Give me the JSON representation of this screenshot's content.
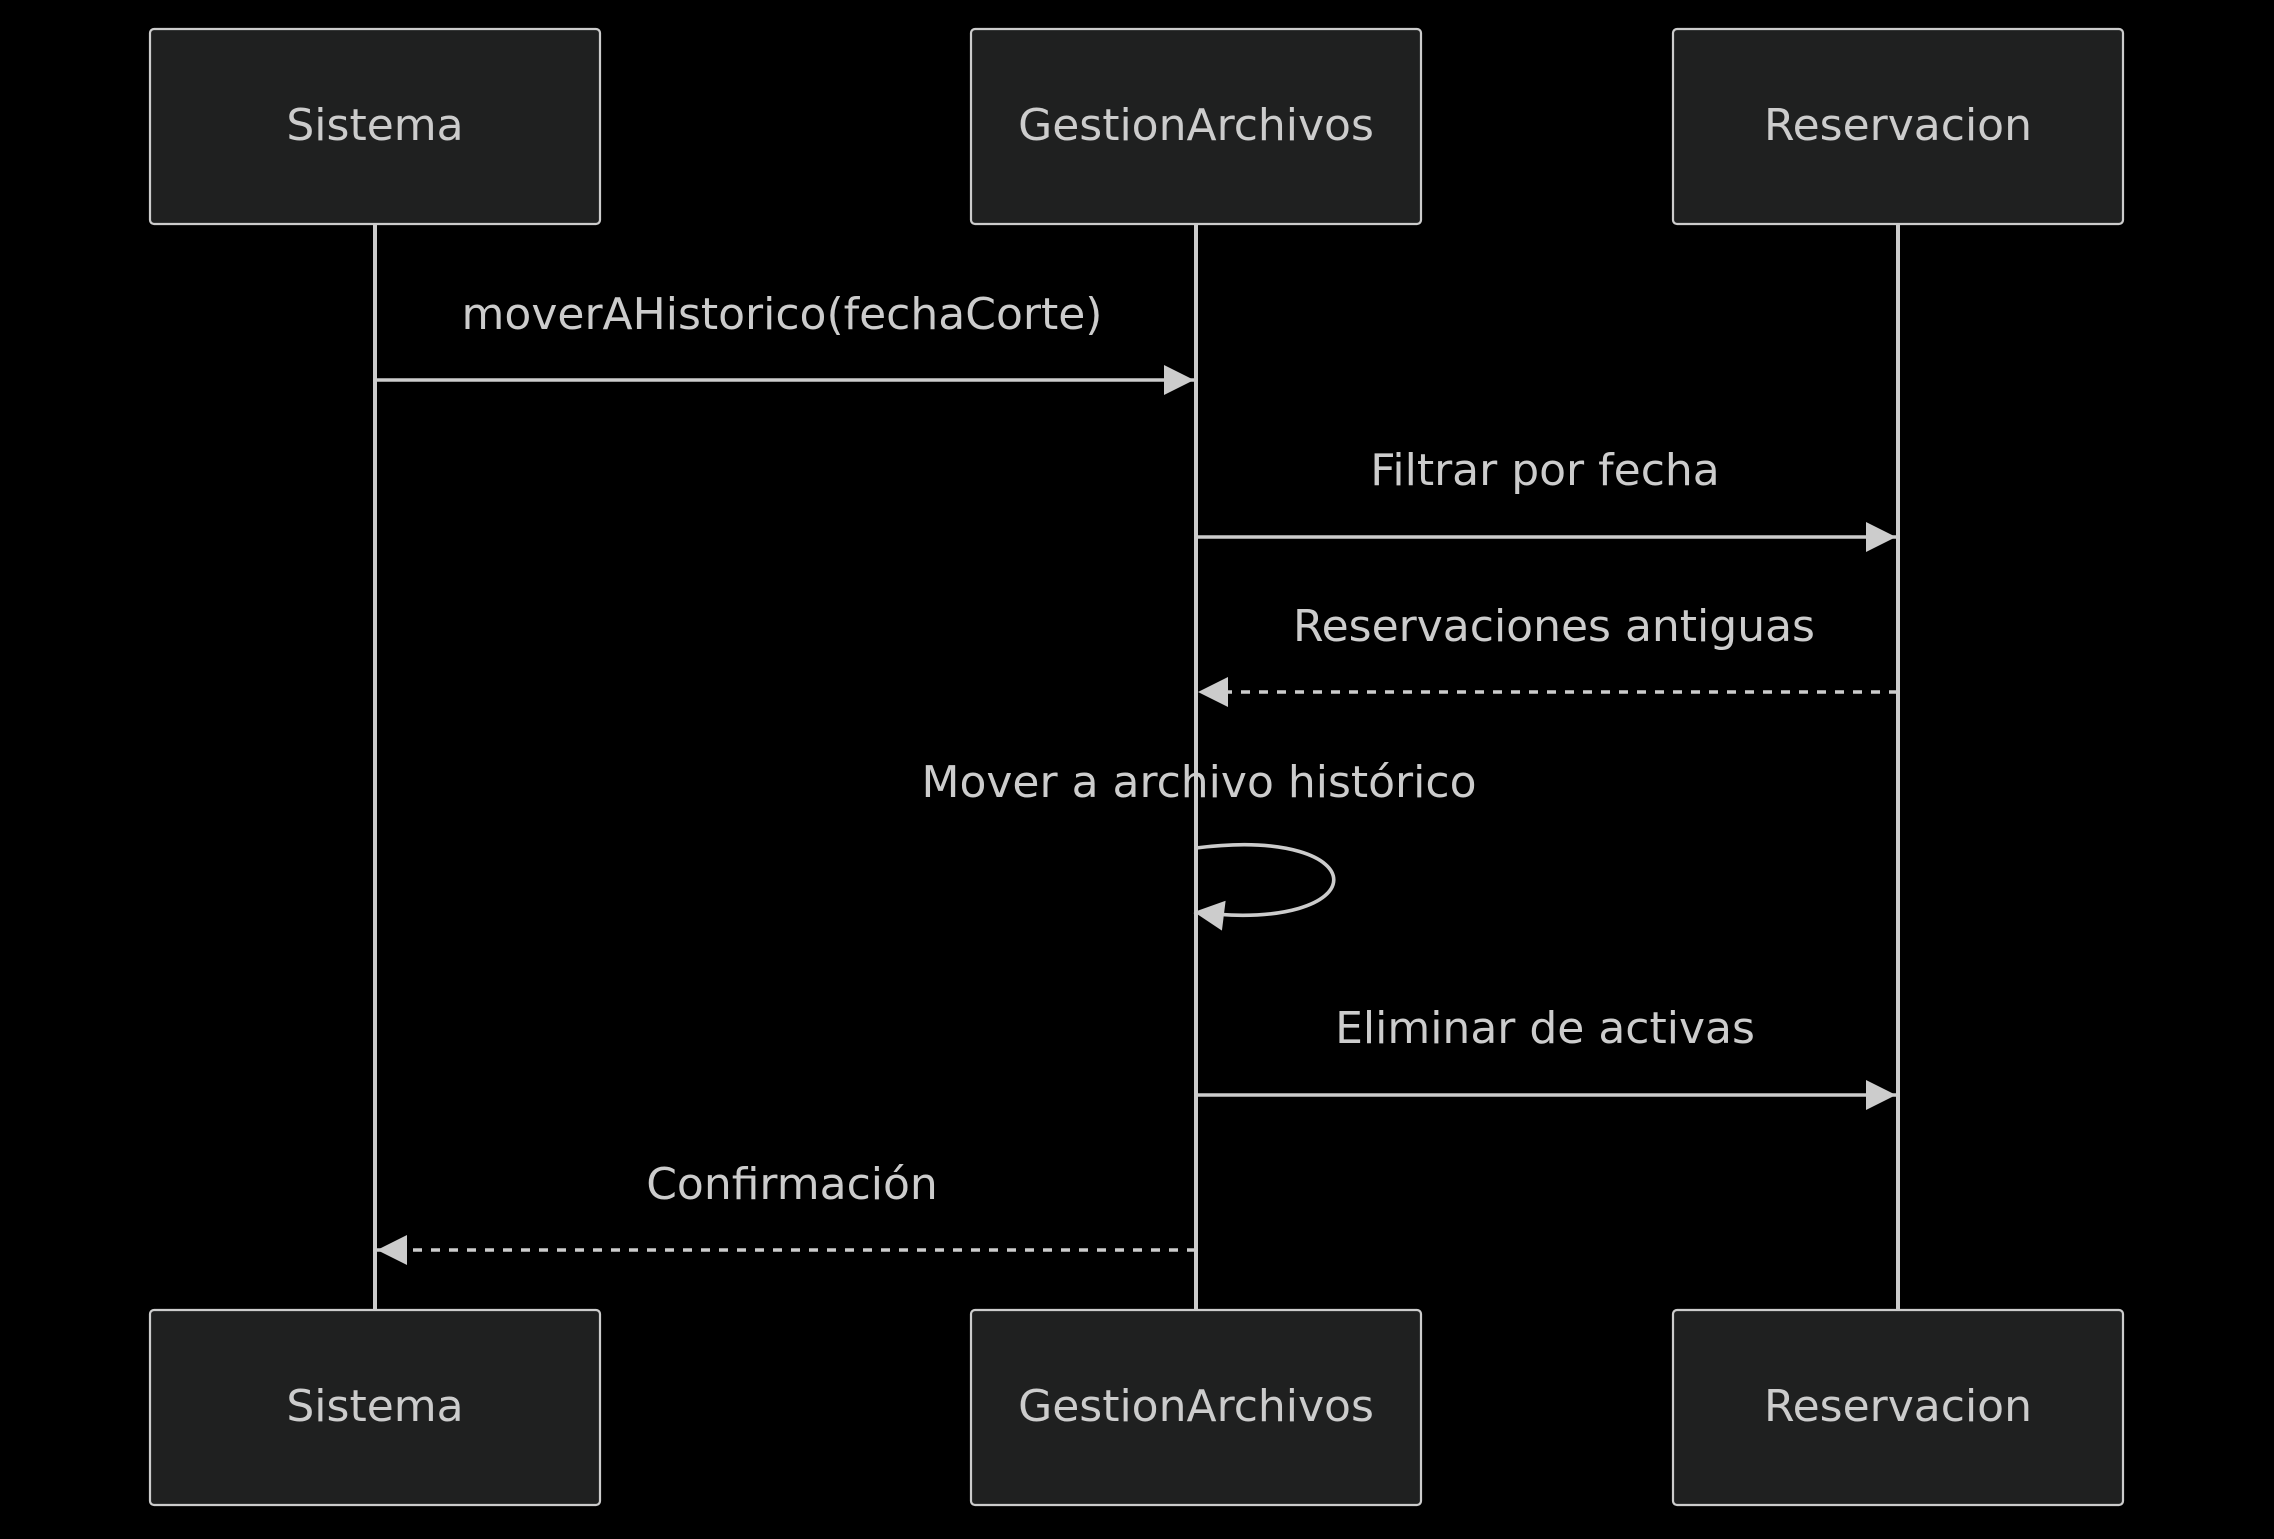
{
  "diagram": {
    "type": "sequence",
    "participants": [
      {
        "id": "sistema",
        "label": "Sistema"
      },
      {
        "id": "gestion",
        "label": "GestionArchivos"
      },
      {
        "id": "reservacion",
        "label": "Reservacion"
      }
    ],
    "messages": [
      {
        "from": "sistema",
        "to": "gestion",
        "label": "moverAHistorico(fechaCorte)",
        "style": "solid"
      },
      {
        "from": "gestion",
        "to": "reservacion",
        "label": "Filtrar por fecha",
        "style": "solid"
      },
      {
        "from": "reservacion",
        "to": "gestion",
        "label": "Reservaciones antiguas",
        "style": "dashed"
      },
      {
        "from": "gestion",
        "to": "gestion",
        "label": "Mover a archivo histórico",
        "style": "solid"
      },
      {
        "from": "gestion",
        "to": "reservacion",
        "label": "Eliminar de activas",
        "style": "solid"
      },
      {
        "from": "gestion",
        "to": "sistema",
        "label": "Confirmación",
        "style": "dashed"
      }
    ]
  },
  "colors": {
    "background": "#000000",
    "actor_fill": "#1f2020",
    "stroke": "#cccccc",
    "text": "#cccccc"
  }
}
